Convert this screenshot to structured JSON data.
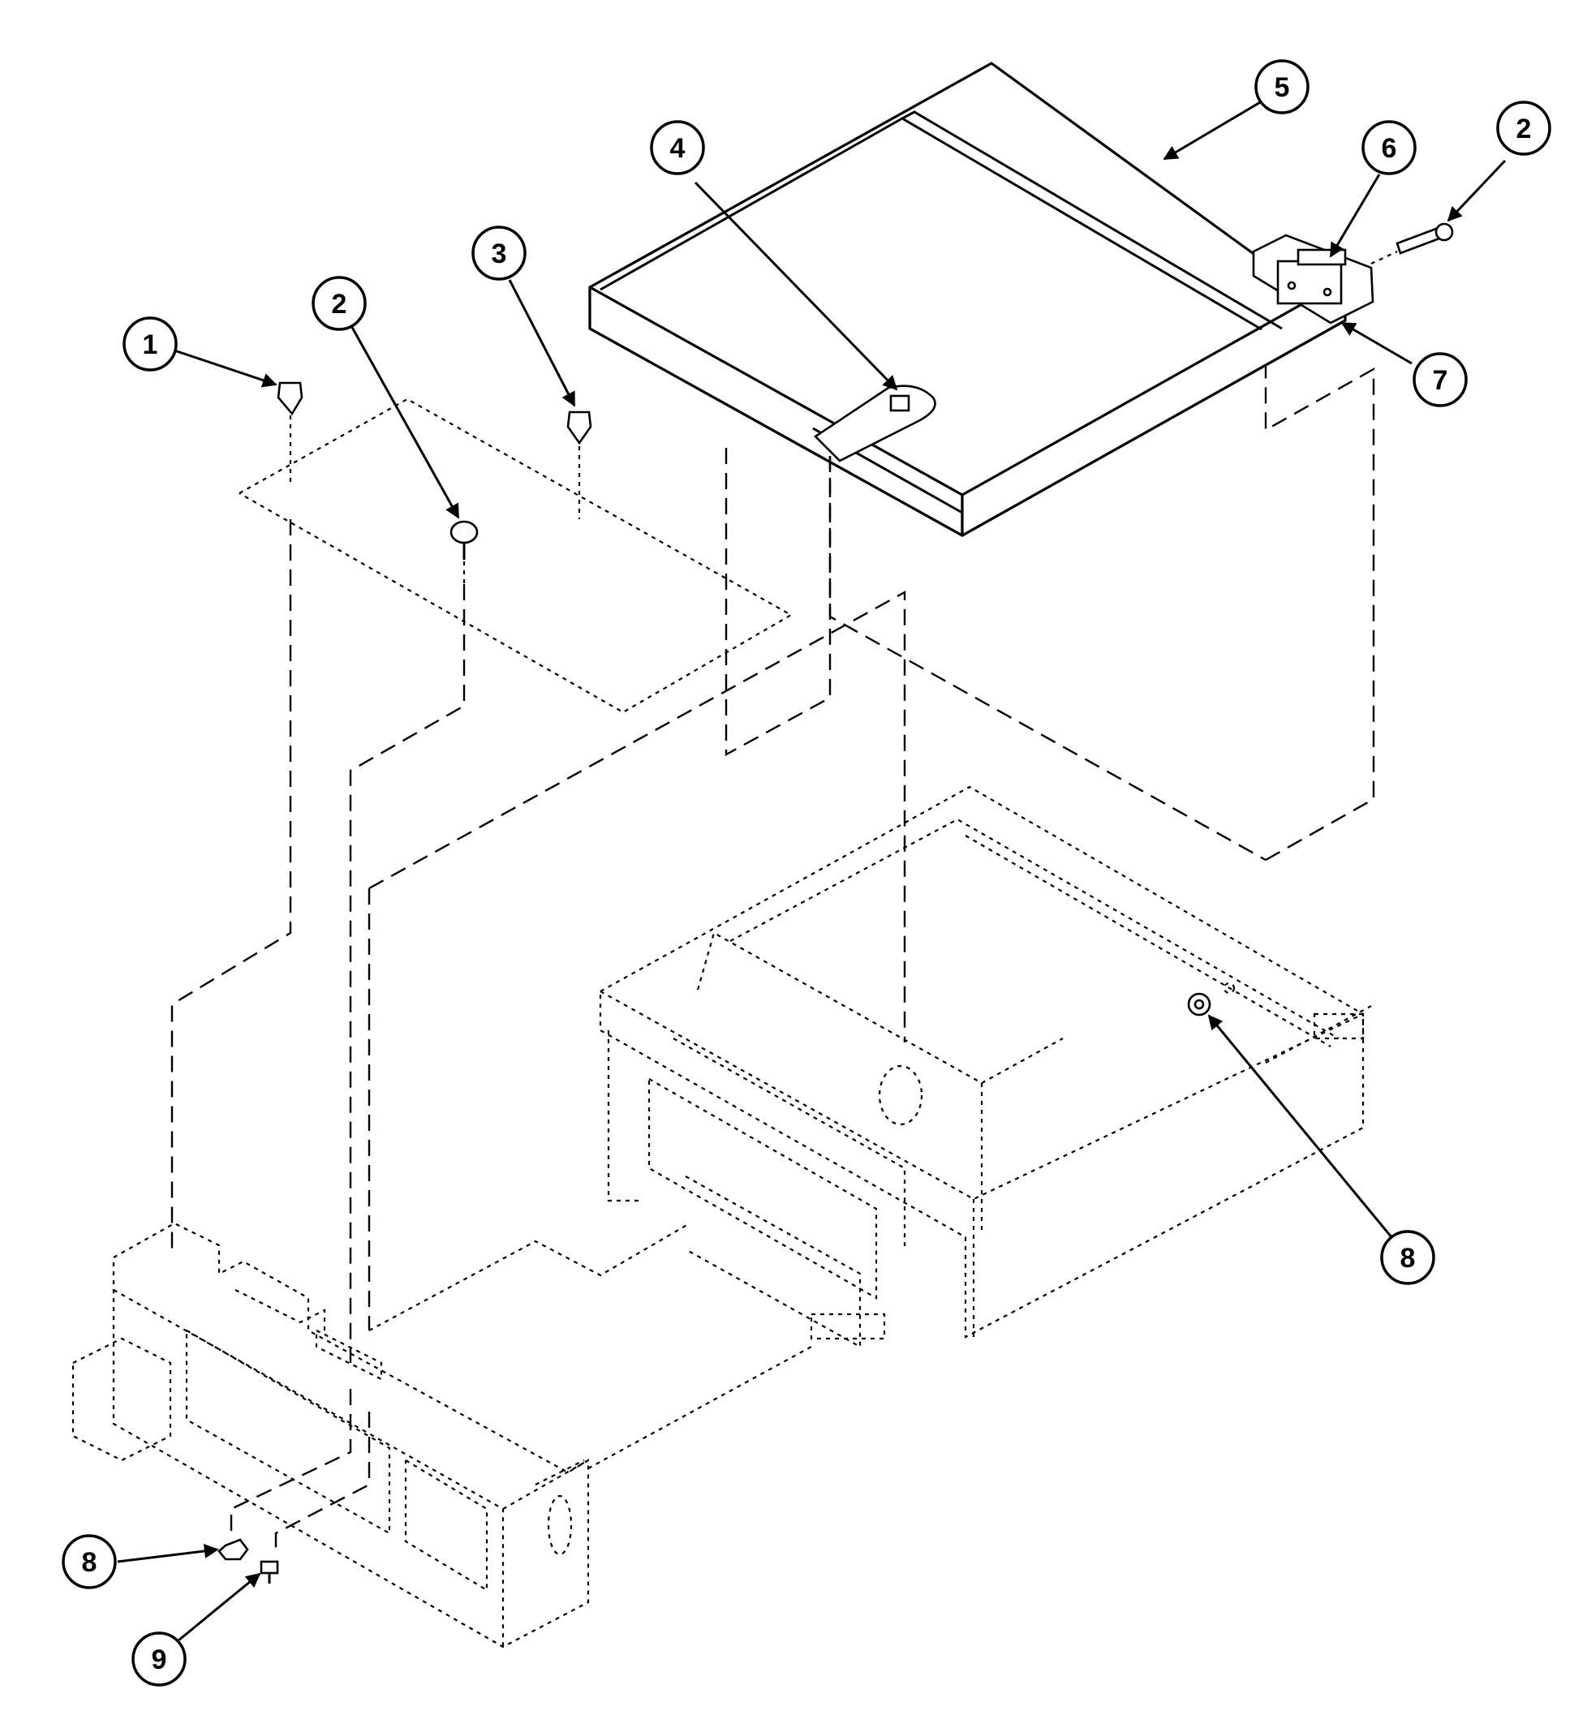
{
  "callouts": [
    {
      "id": "c1",
      "label": "1"
    },
    {
      "id": "c2a",
      "label": "2"
    },
    {
      "id": "c2b",
      "label": "2"
    },
    {
      "id": "c3",
      "label": "3"
    },
    {
      "id": "c4",
      "label": "4"
    },
    {
      "id": "c5",
      "label": "5"
    },
    {
      "id": "c6",
      "label": "6"
    },
    {
      "id": "c7",
      "label": "7"
    },
    {
      "id": "c8a",
      "label": "8"
    },
    {
      "id": "c8b",
      "label": "8"
    },
    {
      "id": "c9",
      "label": "9"
    }
  ]
}
